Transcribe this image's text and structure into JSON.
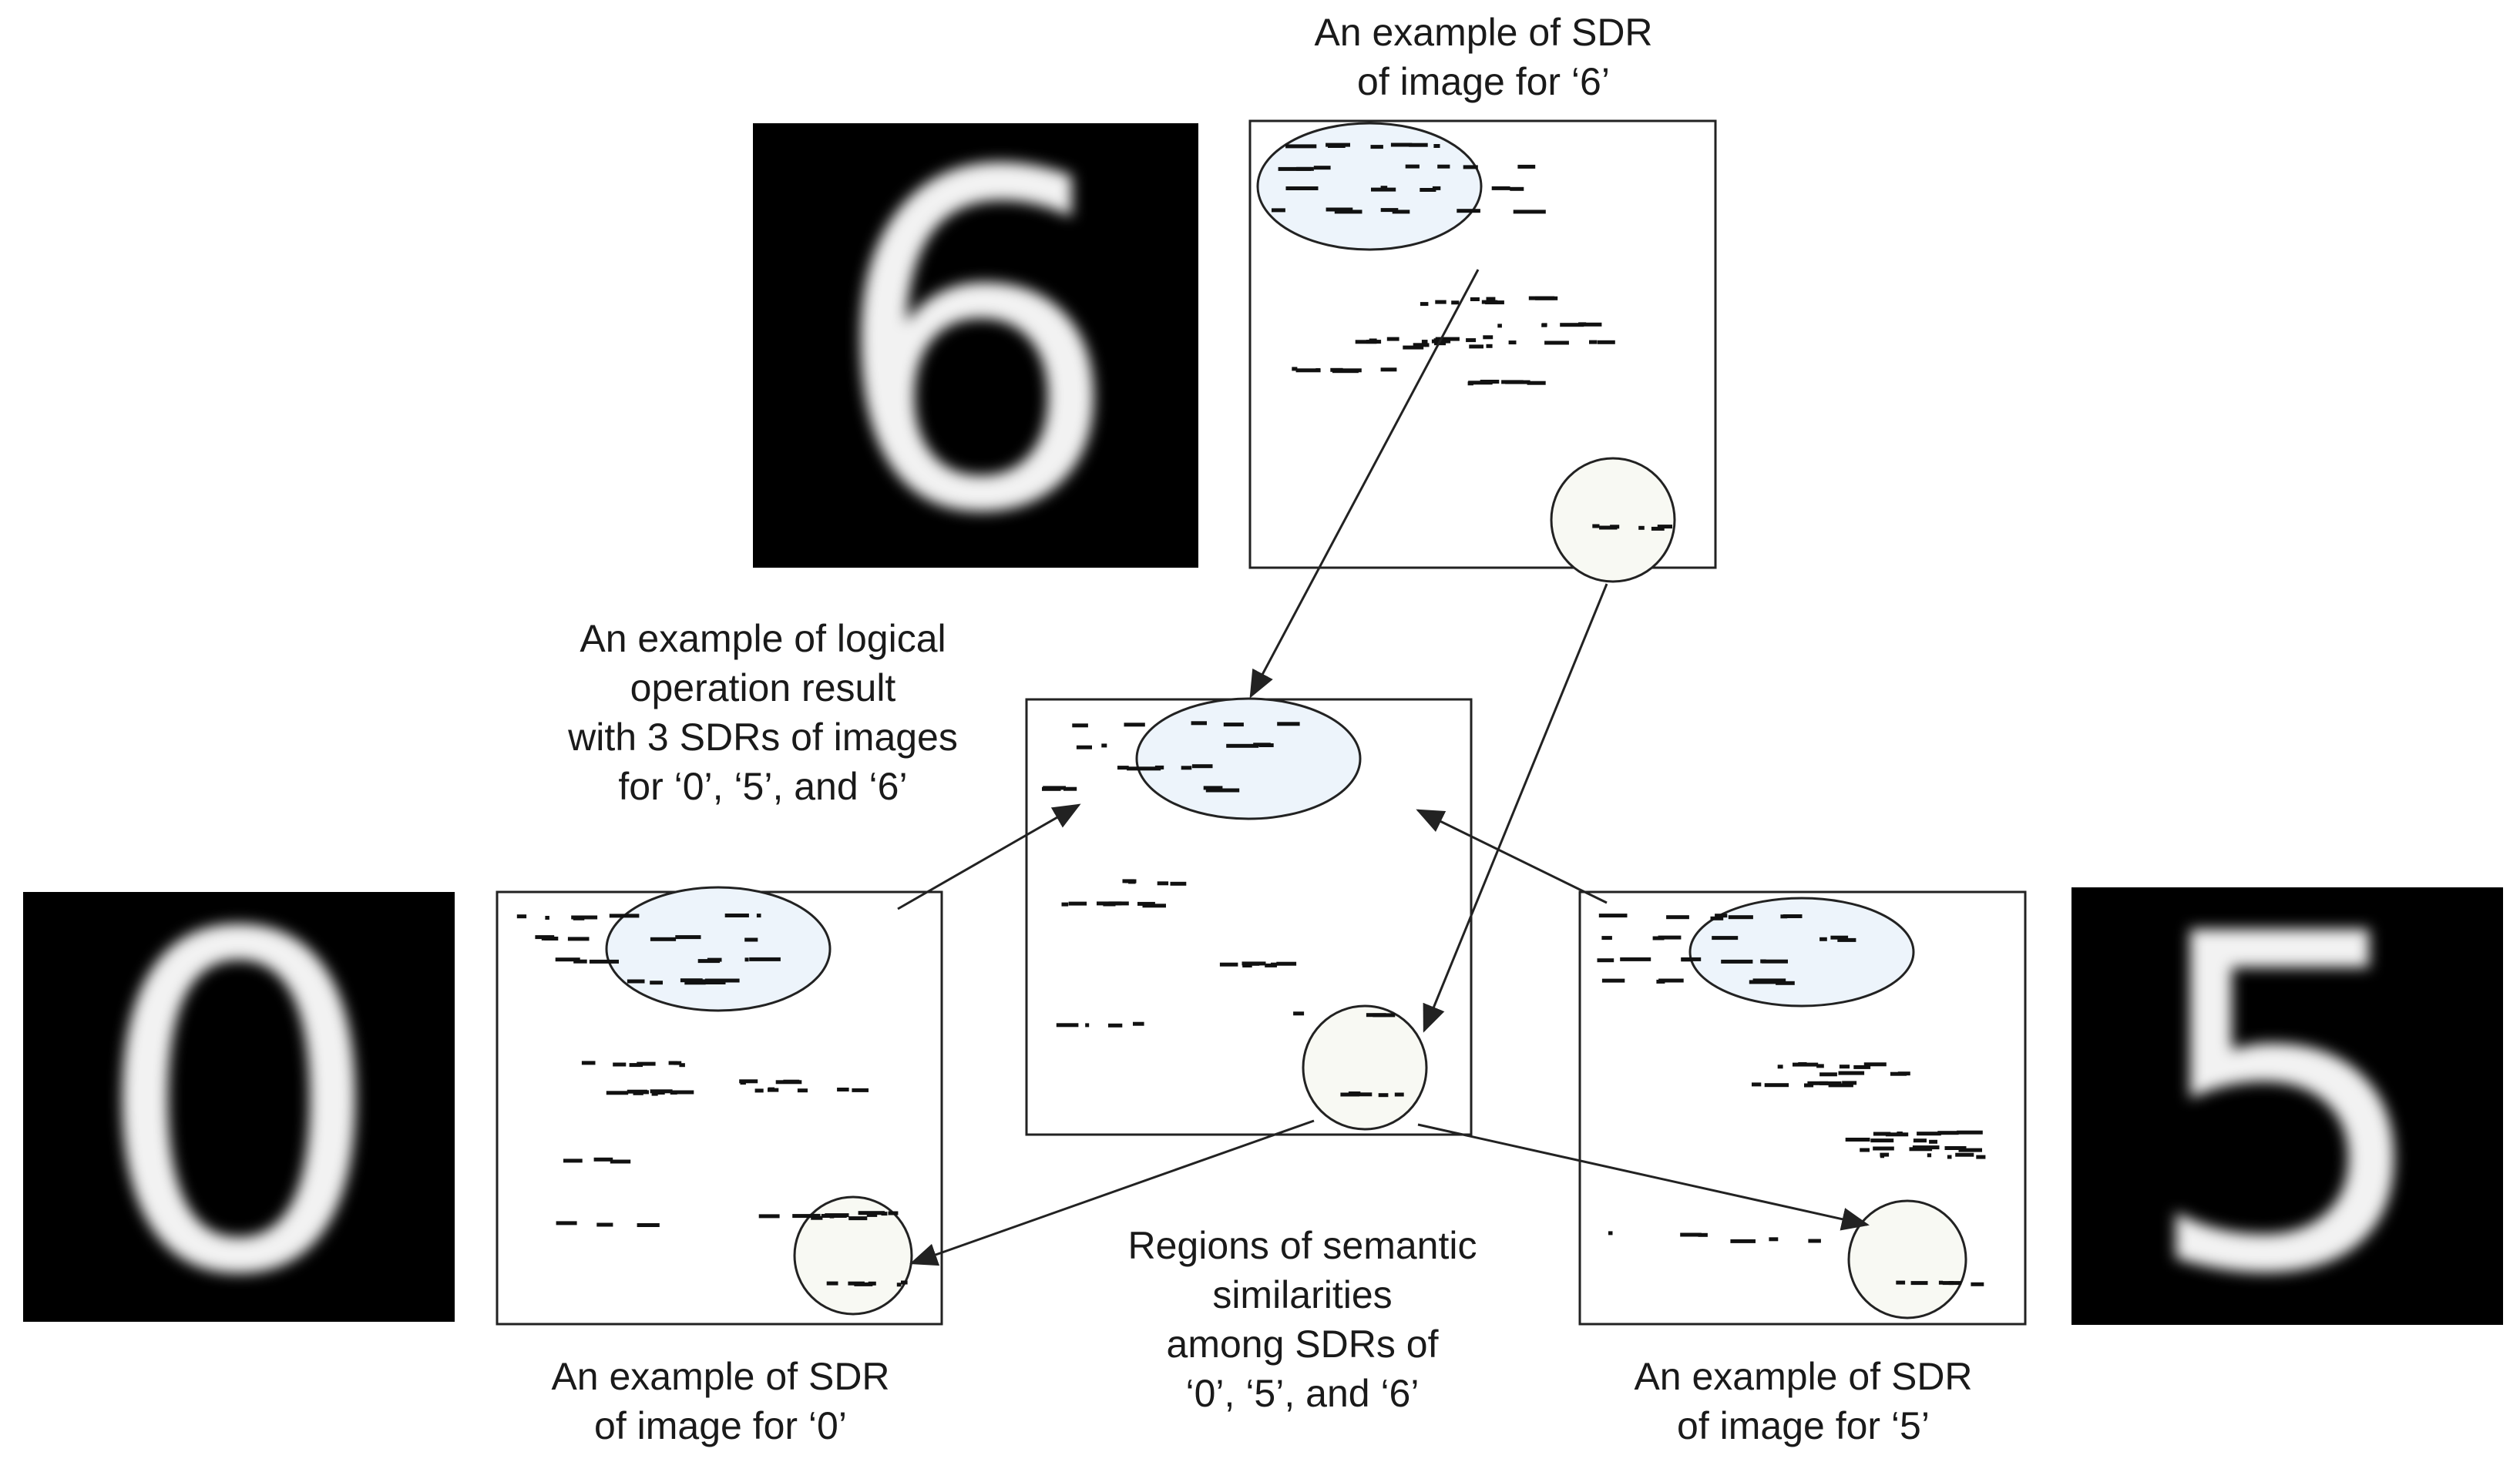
{
  "labels": {
    "sdr6": [
      "An example of SDR",
      "of image for ‘6’"
    ],
    "logical": [
      "An example of logical",
      "operation result",
      "with 3 SDRs of images",
      "for ‘0’, ‘5’, and ‘6’"
    ],
    "regions": [
      "Regions of semantic",
      "similarities",
      "among SDRs of",
      "‘0’, ‘5’, and ‘6’"
    ],
    "sdr0": [
      "An example of SDR",
      "of image for ‘0’"
    ],
    "sdr5": [
      "An example of SDR",
      "of image for ‘5’"
    ]
  },
  "digits": {
    "six": "6",
    "zero": "0",
    "five": "5"
  },
  "colors": {
    "highlight_fill": "#edf4fb",
    "circle_fill": "#f8f9f3",
    "frame": "#222222",
    "digit_bg": "#000000",
    "digit_fg": "#f2f2f2"
  }
}
